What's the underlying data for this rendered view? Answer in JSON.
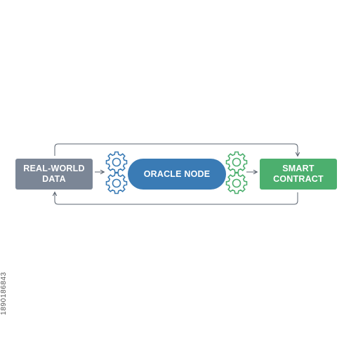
{
  "nodes": {
    "source": "REAL-WORLD\nDATA",
    "oracle": "ORACLE NODE",
    "target": "SMART\nCONTRACT"
  },
  "side_id": "1890186843",
  "colors": {
    "source": "#7b8696",
    "oracle": "#3a7bb5",
    "target": "#4caf6e",
    "gear_blue": "#3a7bb5",
    "gear_green": "#4caf6e",
    "arrow": "#5b6470"
  },
  "icons": [
    "gear-icon",
    "arrow-right-icon",
    "arrow-down-icon",
    "arrow-up-icon"
  ]
}
